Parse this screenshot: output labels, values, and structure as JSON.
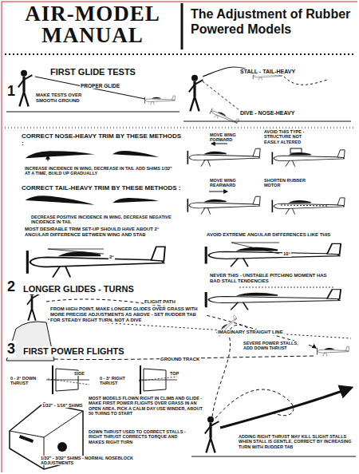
{
  "diagram": {
    "title": "The Adjustment of Rubber Powered Models",
    "labels": [
      "AIR-MODEL MANUAL",
      "FIRST GLIDE TESTS",
      "1",
      "MAKE TESTS OVER SMOOTH GROUND",
      "PROPER GLIDE",
      "STALL - TAIL-HEAVY",
      "DIVE - NOSE-HEAVY",
      "CORRECT NOSE-HEAVY TRIM BY THESE METHODS :",
      "INCREASE INCIDENCE IN WING, DECREASE IN TAIL ADD SHIMS 1/32\" AT A TIME, BUILD UP GRADUALLY",
      "MOVE WING FORWARD",
      "AVOID THIS TYPE - STRUCTURE NOT EASILY ALTERED",
      "CORRECT TAIL-HEAVY TRIM BY THESE METHODS :",
      "DECREASE POSITIVE INCIDENCE IN WING, DECREASE NEGATIVE INCIDENCE IN TAIL",
      "MOVE WING REARWARD",
      "SHORTEN RUBBER MOTOR",
      "MOST DESIRABLE TRIM SET-UP SHOULD HAVE ABOUT 2° ANGULAR DIFFERENCE BETWEEN WING AND STAB",
      "2°",
      "AVOID EXTREME ANGULAR DIFFERENCES LIKE THIS",
      "10°",
      "NEVER THIS - UNSTABLE PITCHING MOMENT HAS BAD STALL TENDENCIES",
      "2",
      "LONGER GLIDES - TURNS",
      "FLIGHT PATH",
      "FROM HIGH POINT, MAKE LONGER GLIDES OVER GRASS WITH MORE PRECISE ADJUSTMENTS AS ABOVE - SET RUDDER TAB FOR STEADY RIGHT TURN, NOT A DIVE",
      "IMAGINARY STRAIGHT LINE",
      "GROUND TRACK",
      "3",
      "FIRST POWER FLIGHTS",
      "0 - 2° DOWN THRUST",
      "SIDE",
      "0 - 3° RIGHT THRUST",
      "TOP",
      "SEVERE POWER STALLS, ADD DOWN THRUST",
      "1/32\" - 1/16\" SHIMS",
      "MOST MODELS FLOWN RIGHT IN CLIMB AND GLIDE - MAKE FIRST POWER FLIGHTS OVER GRASS IN AN OPEN AREA. PICK A CALM DAY USE WINDER, ABOUT 50 TURNS TO START",
      "DOWN THRUST USED TO CORRECT STALLS - RIGHT THRUST CORRECTS TORQUE AND MAKES RIGHT TURN",
      "1/32\" - 3/32\" SHIMS - NORMAL NOSEBLOCK ADJUSTMENTS",
      "ADDING RIGHT THRUST MAY KILL SLIGHT STALLS WHEN STALL IS GENTLE, CORRECT BY INCREASING TURN WITH RUDDER TAB"
    ]
  }
}
